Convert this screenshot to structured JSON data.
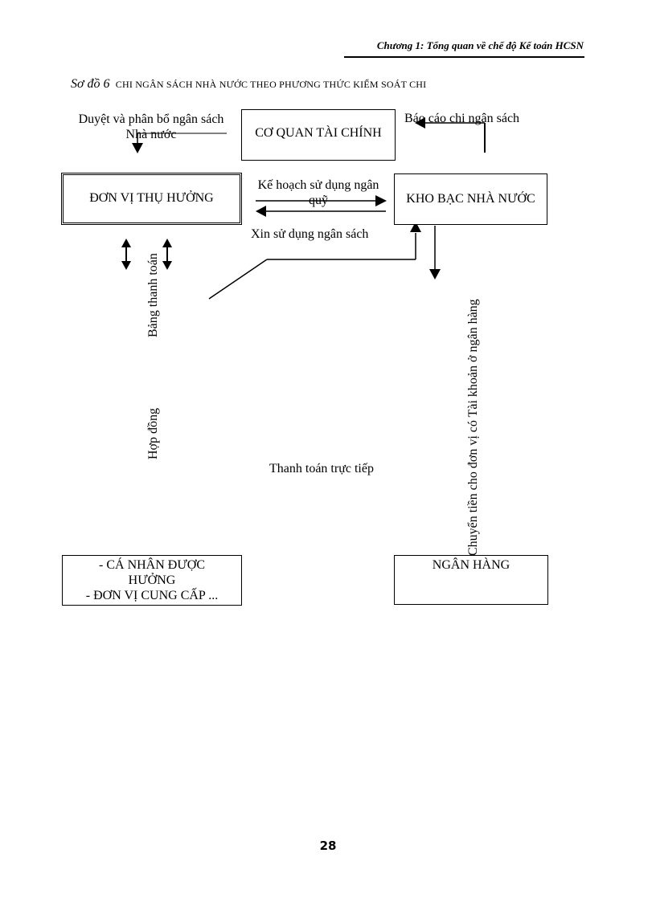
{
  "header": {
    "title": "Chương 1: Tổng quan về chế độ Kế toán HCSN"
  },
  "diagram": {
    "number": "Sơ đồ 6",
    "caption": "CHI NGÂN SÁCH NHÀ NƯỚC THEO PHƯƠNG THỨC KIỂM SOÁT CHI",
    "nodes": {
      "finance_agency": "CƠ QUAN TÀI CHÍNH",
      "beneficiary_unit": "ĐƠN VỊ THỤ HƯỞNG",
      "state_treasury": "KHO BẠC NHÀ NƯỚC",
      "recipients_line1": "- CÁ NHÂN ĐƯỢC HƯỞNG",
      "recipients_line2": "- ĐƠN VỊ CUNG CẤP ...",
      "bank": "NGÂN HÀNG"
    },
    "edges": {
      "approve_allocate": "Duyệt và phân bổ ngân sách Nhà nước",
      "budget_report": "Báo cáo chi ngân sách",
      "fund_plan": "Kế hoạch sử dụng ngân quỹ",
      "request_budget": "Xin sử dụng ngân sách",
      "payment_list": "Bảng thanh toán",
      "contract": "Hợp đồng",
      "direct_payment": "Thanh toán trực tiếp",
      "transfer_to_bank": "Chuyển tiền cho đơn vị có Tài khoản ở ngân hàng"
    }
  },
  "page_number": "28"
}
